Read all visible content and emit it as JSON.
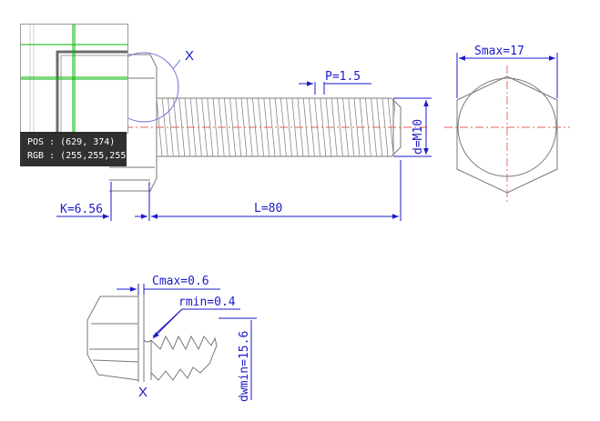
{
  "dimensions": {
    "smax": "Smax=17",
    "pitch": "P=1.5",
    "diameter": "d=M10",
    "head_height": "K=6.56",
    "length": "L=80",
    "cmax": "Cmax=0.6",
    "rmin": "rmin=0.4",
    "dwmin": "dwmin=15.6"
  },
  "detail_marker": "X",
  "magnifier": {
    "pos_label": "POS",
    "pos_value": "(629, 374)",
    "rgb_label": "RGB",
    "rgb_value": "(255,255,255)"
  },
  "colors": {
    "dimension": "#1a1acc",
    "outline": "#777777",
    "centerline": "#e06050",
    "crosshair": "#00b400"
  }
}
